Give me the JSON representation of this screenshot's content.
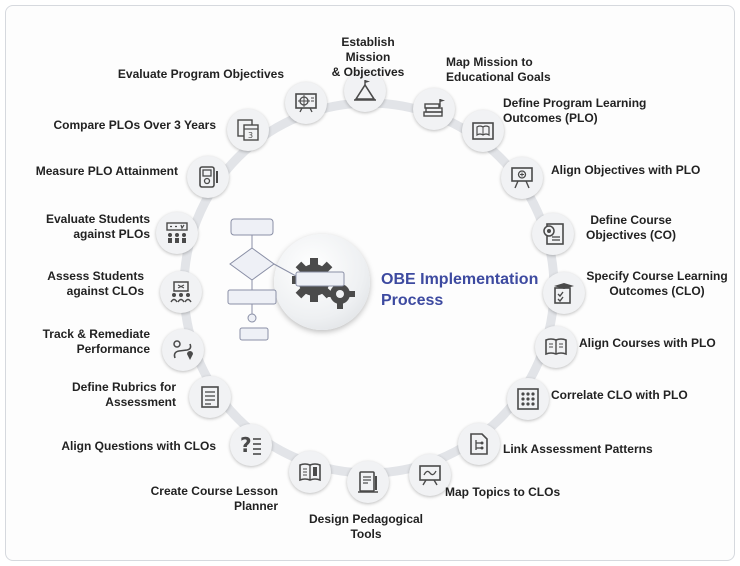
{
  "center": {
    "title": "OBE Implementation\nProcess"
  },
  "steps": [
    {
      "id": "establish-mission",
      "label": "Establish Mission\n& Objectives",
      "icon": "mountain-flag-icon"
    },
    {
      "id": "map-mission",
      "label": "Map Mission to\nEducational Goals",
      "icon": "books-flag-icon"
    },
    {
      "id": "define-plo",
      "label": "Define Program Learning\nOutcomes (PLO)",
      "icon": "book-display-icon"
    },
    {
      "id": "align-objectives",
      "label": "Align Objectives with PLO",
      "icon": "presentation-board-icon"
    },
    {
      "id": "define-co",
      "label": "Define Course\nObjectives (CO)",
      "icon": "target-document-icon"
    },
    {
      "id": "specify-clo",
      "label": "Specify Course Learning\nOutcomes (CLO)",
      "icon": "graduation-checklist-icon"
    },
    {
      "id": "align-courses",
      "label": "Align Courses with PLO",
      "icon": "open-book-icon"
    },
    {
      "id": "correlate-clo",
      "label": "Correlate CLO with PLO",
      "icon": "grid-network-icon"
    },
    {
      "id": "link-assessment",
      "label": "Link Assessment Patterns",
      "icon": "document-tree-icon"
    },
    {
      "id": "map-topics",
      "label": "Map Topics to CLOs",
      "icon": "whiteboard-icon"
    },
    {
      "id": "design-tools",
      "label": "Design Pedagogical\nTools",
      "icon": "tablet-pen-icon"
    },
    {
      "id": "create-planner",
      "label": "Create Course Lesson\nPlanner",
      "icon": "planner-book-icon"
    },
    {
      "id": "align-questions",
      "label": "Align Questions with CLOs",
      "icon": "question-list-icon"
    },
    {
      "id": "define-rubrics",
      "label": "Define Rubrics for\nAssessment",
      "icon": "rubric-sheet-icon"
    },
    {
      "id": "track-remediate",
      "label": "Track & Remediate\nPerformance",
      "icon": "route-pin-icon"
    },
    {
      "id": "assess-clos",
      "label": "Assess Students\nagainst CLOs",
      "icon": "class-board-icon"
    },
    {
      "id": "evaluate-plos",
      "label": "Evaluate Students\nagainst PLOs",
      "icon": "students-rating-icon"
    },
    {
      "id": "measure-plo",
      "label": "Measure PLO Attainment",
      "icon": "gauge-device-icon"
    },
    {
      "id": "compare-plos",
      "label": "Compare PLOs Over 3 Years",
      "icon": "calendar-docs-icon"
    },
    {
      "id": "evaluate-objectives",
      "label": "Evaluate Program Objectives",
      "icon": "monitor-target-icon"
    }
  ],
  "colors": {
    "ring": "#e2e4e8",
    "node": "#f1f2f4",
    "icon": "#4a4a4a",
    "title": "#3d4aa0"
  }
}
